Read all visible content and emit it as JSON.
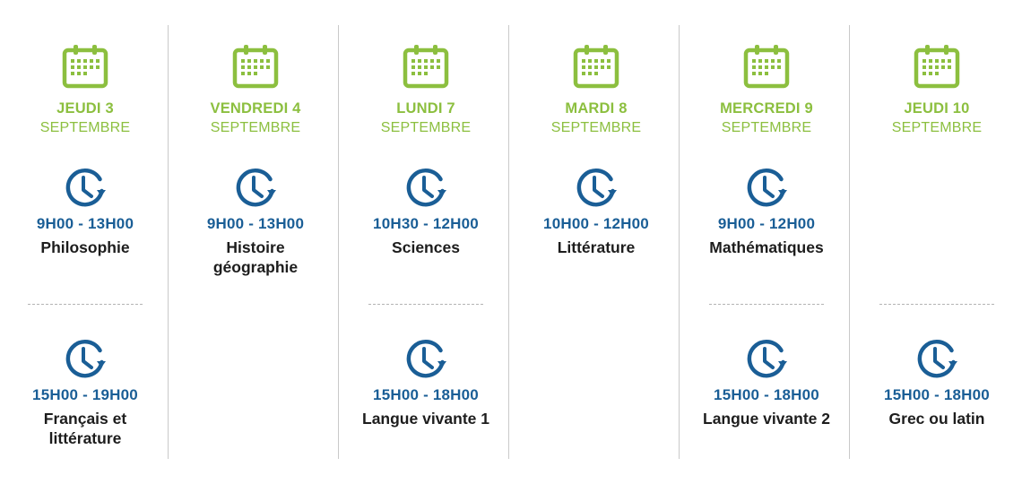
{
  "colors": {
    "green": "#8cbf3f",
    "blue": "#1a5e96",
    "text": "#1d1d1d",
    "divider": "#c9c9c9"
  },
  "icons": {
    "calendar": "calendar-icon",
    "clock": "clock-icon"
  },
  "days": [
    {
      "title": "JEUDI 3",
      "month": "SEPTEMBRE",
      "sessions": [
        {
          "time": "9H00 - 13H00",
          "subject": "Philosophie"
        },
        {
          "time": "15H00 - 19H00",
          "subject": "Français et littérature"
        }
      ]
    },
    {
      "title": "VENDREDI 4",
      "month": "SEPTEMBRE",
      "sessions": [
        {
          "time": "9H00 - 13H00",
          "subject": "Histoire géographie"
        }
      ]
    },
    {
      "title": "LUNDI 7",
      "month": "SEPTEMBRE",
      "sessions": [
        {
          "time": "10H30 - 12H00",
          "subject": "Sciences"
        },
        {
          "time": "15H00 - 18H00",
          "subject": "Langue vivante 1"
        }
      ]
    },
    {
      "title": "MARDI 8",
      "month": "SEPTEMBRE",
      "sessions": [
        {
          "time": "10H00 - 12H00",
          "subject": "Littérature"
        }
      ]
    },
    {
      "title": "MERCREDI 9",
      "month": "SEPTEMBRE",
      "sessions": [
        {
          "time": "9H00 - 12H00",
          "subject": "Mathématiques"
        },
        {
          "time": "15H00 - 18H00",
          "subject": "Langue vivante 2"
        }
      ]
    },
    {
      "title": "JEUDI 10",
      "month": "SEPTEMBRE",
      "sessions": [
        {
          "time": "15H00 - 18H00",
          "subject": "Grec ou latin"
        }
      ]
    }
  ]
}
